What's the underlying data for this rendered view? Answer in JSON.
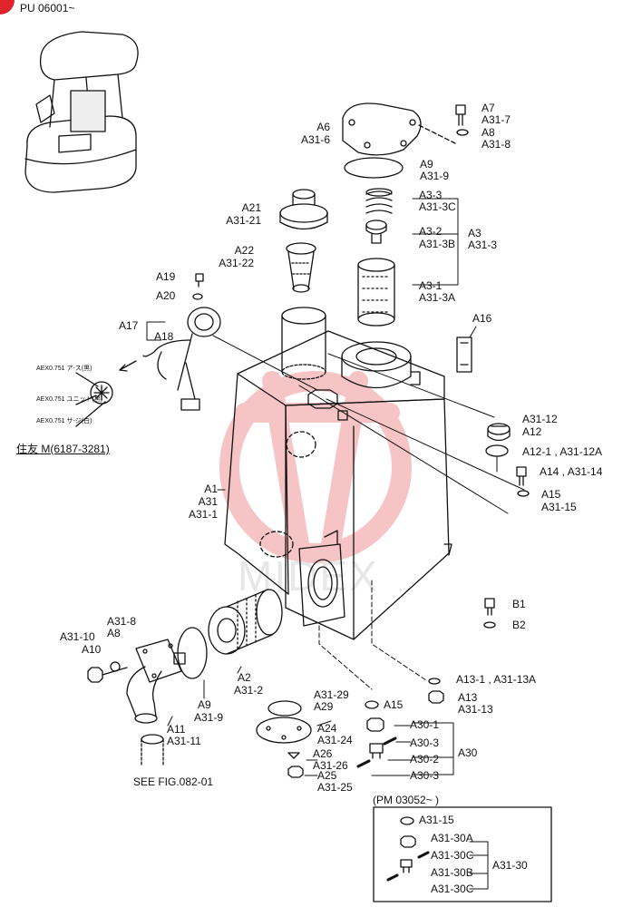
{
  "header": {
    "serial_note": "PU 06001~"
  },
  "watermark": {
    "text": "MIDEX",
    "logo_color": "#f3b0b0"
  },
  "colors": {
    "line": "#111111",
    "corner_mark": "#e0242d"
  },
  "callouts": {
    "a7": [
      "A7",
      "A31-7"
    ],
    "a6": [
      "A6",
      "A31-6"
    ],
    "a8": [
      "A8",
      "A31-8"
    ],
    "a9": [
      "A9",
      "A31-9"
    ],
    "a21": [
      "A21",
      "A31-21"
    ],
    "a3_3": [
      "A3-3",
      "A31-3C"
    ],
    "a3_2": [
      "A3-2",
      "A31-3B"
    ],
    "a3": [
      "A3",
      "A31-3"
    ],
    "a22": [
      "A22",
      "A31-22"
    ],
    "a3_1": [
      "A3-1",
      "A31-3A"
    ],
    "a19": "A19",
    "a20": "A20",
    "a16": "A16",
    "a17": "A17",
    "a18": "A18",
    "a31_12": "A31-12",
    "a12": "A12",
    "a12_1": "A12-1 , A31-12A",
    "a14": "A14 , A31-14",
    "a15_top": [
      "A15",
      "A31-15"
    ],
    "a1": [
      "A1",
      "A31",
      "A31-1"
    ],
    "b1": "B1",
    "b2": "B2",
    "a31_8": "A31-8",
    "a8_low": "A8",
    "a31_10": "A31-10",
    "a10": "A10",
    "a2": [
      "A2",
      "A31-2"
    ],
    "a9_low": [
      "A9",
      "A31-9"
    ],
    "a11": [
      "A11",
      "A31-11"
    ],
    "a13_1": "A13-1 , A31-13A",
    "a13": [
      "A13",
      "A31-13"
    ],
    "a31_29": "A31-29",
    "a29": "A29",
    "a15_mid": "A15",
    "a24": [
      "A24",
      "A31-24"
    ],
    "a26": "A26",
    "a31_26": "A31-26",
    "a25": "A25",
    "a31_25": "A31-25",
    "a30_1": "A30-1",
    "a30_3a": "A30-3",
    "a30_2": "A30-2",
    "a30_3b": "A30-3",
    "a30": "A30",
    "see_fig": "SEE FIG.082-01"
  },
  "sensor_inset": {
    "labels": [
      "AEX0.751 ア-ス(黒)",
      "AEX0.751 ユニット(黒)",
      "AEX0.751 サ-ジ(白)"
    ],
    "maker": "住友 M(6187-3281)"
  },
  "variant_box": {
    "title": "(PM 03052~        )",
    "items": [
      "A31-15",
      "A31-30A",
      "A31-30C",
      "A31-30B",
      "A31-30C"
    ],
    "group": "A31-30"
  }
}
